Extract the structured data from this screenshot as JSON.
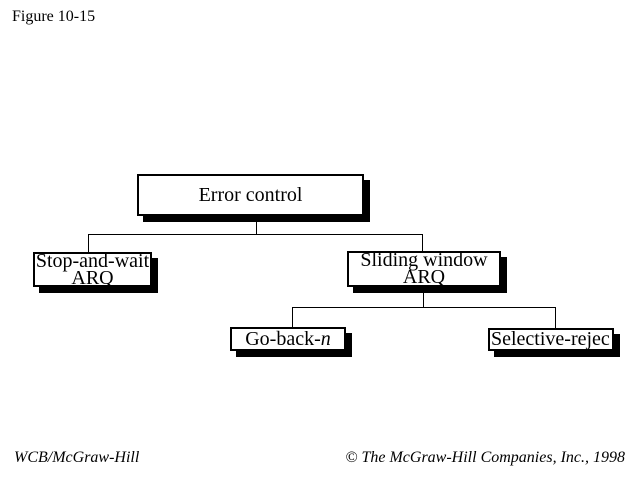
{
  "figure_label": "Figure 10-15",
  "diagram": {
    "nodes": {
      "error_control": {
        "label": "Error control"
      },
      "stop_and_wait": {
        "line1": "Stop-and-wait",
        "line2": "ARQ"
      },
      "sliding_window": {
        "line1": "Sliding window",
        "line2": "ARQ"
      },
      "go_back_n": {
        "prefix": "Go-back-",
        "italic_suffix": "n"
      },
      "selective_reject": {
        "label": "Selective-rejec"
      }
    },
    "hierarchy": {
      "root": "Error control",
      "children_of_root": [
        "Stop-and-wait ARQ",
        "Sliding window ARQ"
      ],
      "children_of_sliding_window": [
        "Go-back-n",
        "Selective-reject"
      ]
    }
  },
  "footer": {
    "left": "WCB/McGraw-Hill",
    "right": "© The McGraw-Hill Companies, Inc., 1998"
  },
  "colors": {
    "background": "#ffffff",
    "box_fill": "#ffffff",
    "box_border": "#000000",
    "box_shadow": "#000000",
    "connector": "#000000",
    "text": "#000000"
  }
}
